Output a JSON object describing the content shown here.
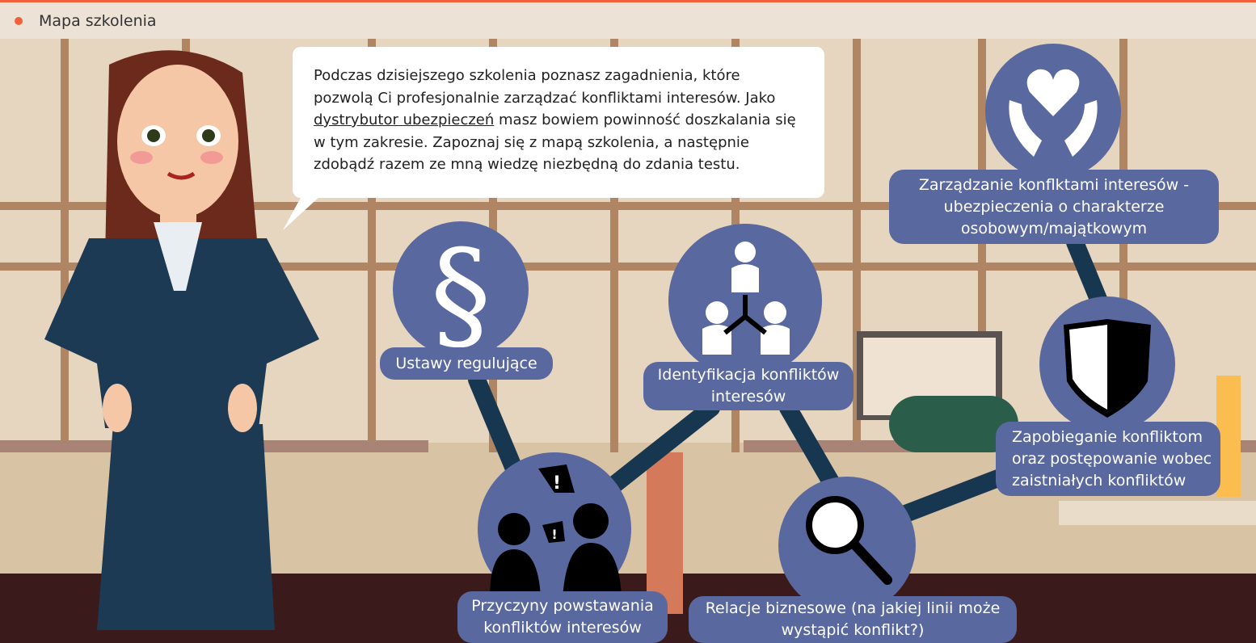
{
  "header": {
    "title": "Mapa szkolenia"
  },
  "bubble": {
    "text_before": "Podczas dzisiejszego szkolenia poznasz zagadnienia, które pozwolą Ci profesjonalnie zarządzać konfliktami interesów. Jako ",
    "link": "dystrybutor ubezpieczeń",
    "text_after": " masz bowiem powinność doszkalania się w tym zakresie. Zapoznaj się z mapą szkolenia, a następnie zdobądź razem ze mną wiedzę niezbędną do zdania testu."
  },
  "map": {
    "ustawy": "Ustawy regulujące",
    "identyfikacja": "Identyfikacja konfliktów interesów",
    "zarzadzanie": "Zarządzanie konflktami interesów - ubezpieczenia o charakterze osobowym/majątkowym",
    "zapobieganie": "Zapobieganie konfliktom oraz postępowanie wobec zaistniałych konfliktów",
    "przyczyny": "Przyczyny powstawania konfliktów interesów",
    "relacje": "Relacje biznesowe (na jakiej linii może wystąpić konflikt?)"
  },
  "icons": {
    "ustawy": "section-sign",
    "zarzadzanie": "heart-hands",
    "identyfikacja": "people-network",
    "zapobieganie": "shield",
    "przyczyny": "conflict-people",
    "relacje": "magnifier"
  },
  "colors": {
    "accent": "#f0603a",
    "node": "#5a68a0",
    "connector": "#17364f"
  }
}
